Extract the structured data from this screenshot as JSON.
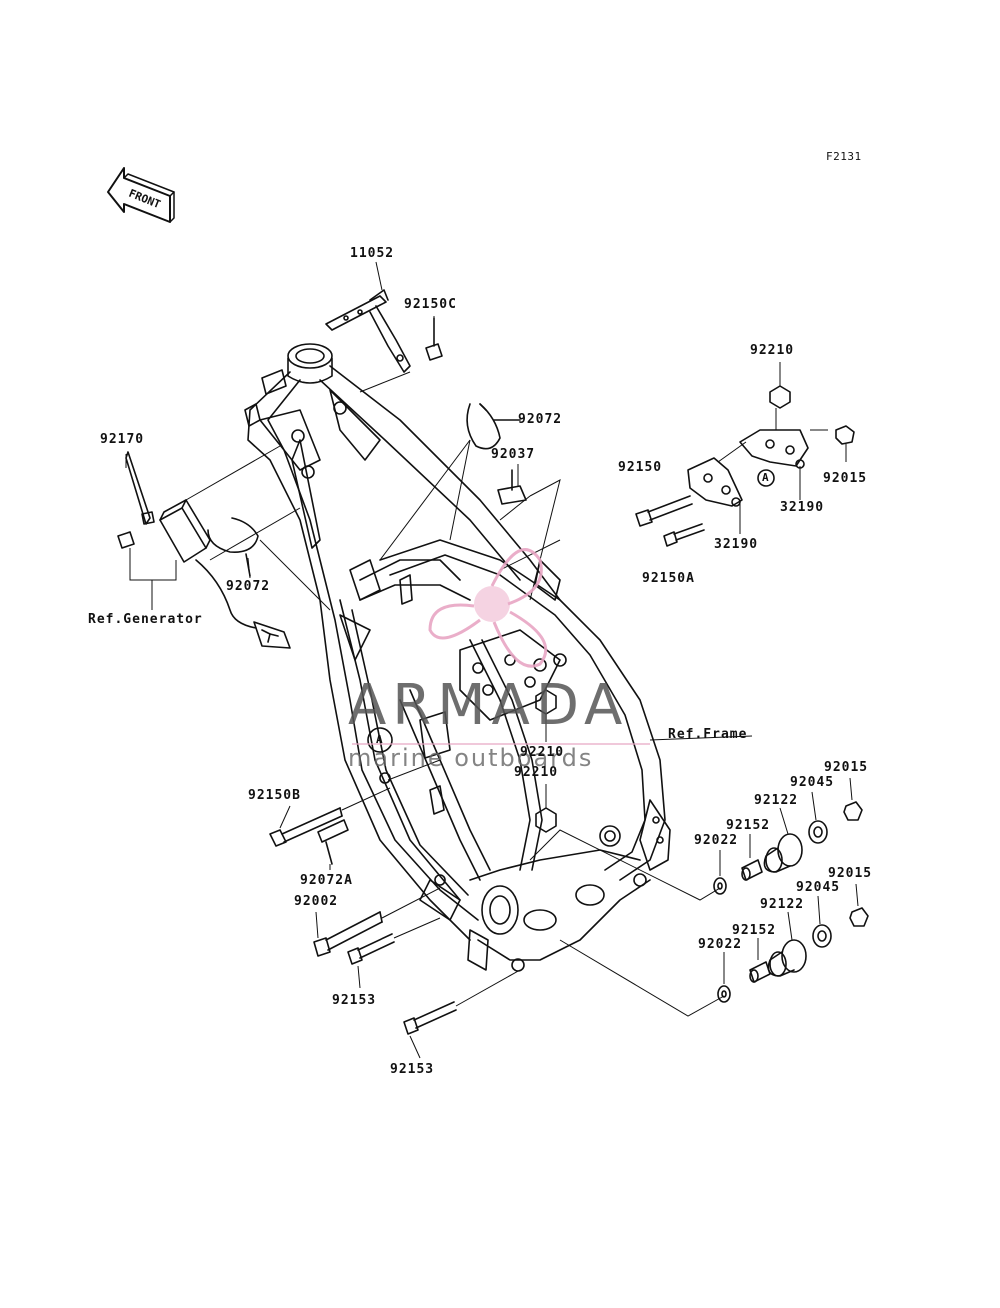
{
  "figure_code": "F2131",
  "front_label": "FRONT",
  "watermark": {
    "brand": "ARMADA",
    "tagline": "marine outboards",
    "color": "#e8a6c4"
  },
  "parts": [
    {
      "id": "p11052",
      "number": "11052"
    },
    {
      "id": "p92150C",
      "number": "92150C"
    },
    {
      "id": "p92072a",
      "number": "92072"
    },
    {
      "id": "p92037",
      "number": "92037"
    },
    {
      "id": "p92170",
      "number": "92170"
    },
    {
      "id": "p92072b",
      "number": "92072"
    },
    {
      "id": "p92210a",
      "number": "92210"
    },
    {
      "id": "p92150",
      "number": "92150"
    },
    {
      "id": "p92015a",
      "number": "92015"
    },
    {
      "id": "p32190a",
      "number": "32190"
    },
    {
      "id": "p32190b",
      "number": "32190"
    },
    {
      "id": "p92150A",
      "number": "92150A"
    },
    {
      "id": "p92210b",
      "number": "92210"
    },
    {
      "id": "p92210c",
      "number": "92210"
    },
    {
      "id": "p92150B",
      "number": "92150B"
    },
    {
      "id": "p92072A",
      "number": "92072A"
    },
    {
      "id": "p92002",
      "number": "92002"
    },
    {
      "id": "p92153a",
      "number": "92153"
    },
    {
      "id": "p92153b",
      "number": "92153"
    },
    {
      "id": "p92015b",
      "number": "92015"
    },
    {
      "id": "p92045a",
      "number": "92045"
    },
    {
      "id": "p92122a",
      "number": "92122"
    },
    {
      "id": "p92152a",
      "number": "92152"
    },
    {
      "id": "p92022a",
      "number": "92022"
    },
    {
      "id": "p92015c",
      "number": "92015"
    },
    {
      "id": "p92045b",
      "number": "92045"
    },
    {
      "id": "p92122b",
      "number": "92122"
    },
    {
      "id": "p92152b",
      "number": "92152"
    },
    {
      "id": "p92022b",
      "number": "92022"
    }
  ],
  "references": {
    "generator": "Ref.Generator",
    "frame": "Ref.Frame"
  },
  "callout_marker": "A"
}
